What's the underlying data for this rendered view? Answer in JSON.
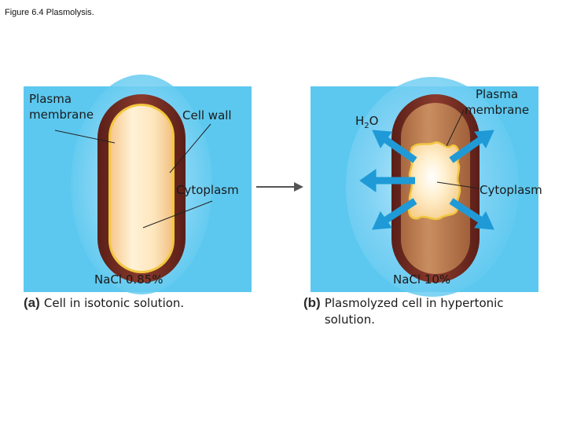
{
  "figure": {
    "title": "Figure 6.4 Plasmolysis."
  },
  "panel_a": {
    "label_plasma_membrane": "Plasma\nmembrane",
    "label_cell_wall": "Cell wall",
    "label_cytoplasm": "Cytoplasm",
    "solution": "NaCl 0.85%",
    "caption_letter": "(a)",
    "caption_text": "Cell in isotonic solution."
  },
  "panel_b": {
    "label_water": "H",
    "label_water_sub": "2",
    "label_water_end": "O",
    "label_plasma_membrane": "Plasma\nmembrane",
    "label_cytoplasm": "Cytoplasm",
    "solution": "NaCl 10%",
    "caption_letter": "(b)",
    "caption_text_line1": "Plasmolyzed cell in hypertonic",
    "caption_text_line2": "solution."
  },
  "colors": {
    "background_blue": "#5cc8ef",
    "cell_wall": "#6e2a22",
    "cytoplasm": "#fde3b6",
    "water_arrow": "#1f9ad6"
  }
}
